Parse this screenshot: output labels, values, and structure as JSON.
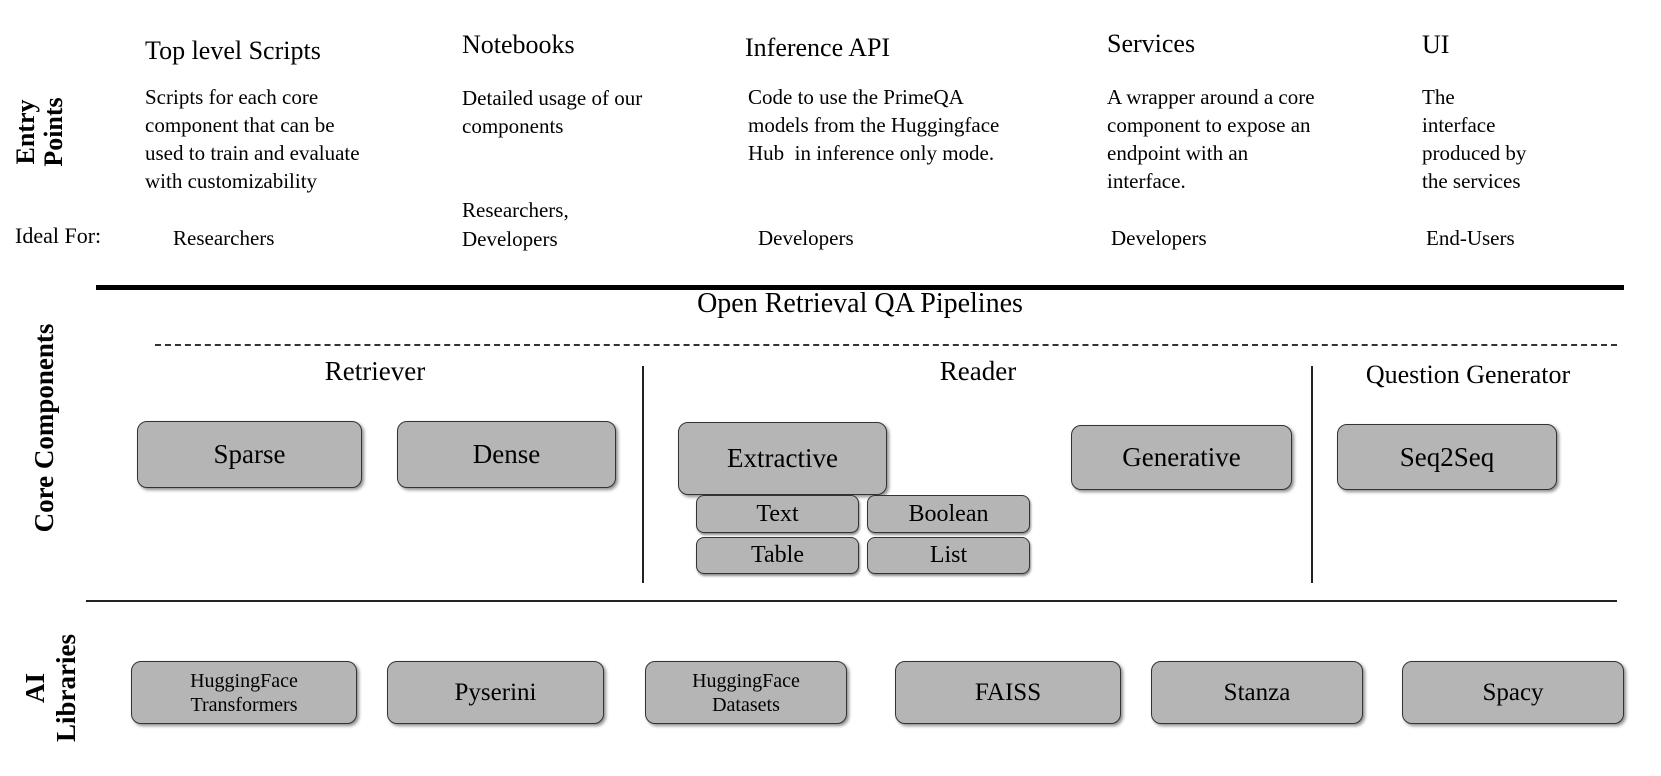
{
  "entry_points": {
    "label": "Entry\nPoints",
    "ideal_for_label": "Ideal For:",
    "columns": [
      {
        "title": "Top level Scripts",
        "description": "Scripts for each core\ncomponent that can be\nused to train and evaluate\nwith customizability",
        "ideal_for": "Researchers"
      },
      {
        "title": "Notebooks",
        "description": "Detailed usage of our\ncomponents",
        "ideal_for": "Researchers,\nDevelopers"
      },
      {
        "title": "Inference API",
        "description": "Code to use the PrimeQA\nmodels from the Huggingface\nHub  in inference only mode.",
        "ideal_for": "Developers"
      },
      {
        "title": "Services",
        "description": "A wrapper around a core\ncomponent to expose an\nendpoint with an\ninterface.",
        "ideal_for": "Developers"
      },
      {
        "title": "UI",
        "description": "The\ninterface\nproduced by\nthe services",
        "ideal_for": "End-Users"
      }
    ]
  },
  "core_components": {
    "label": "Core Components",
    "pipeline_title": "Open Retrieval QA Pipelines",
    "retriever": {
      "title": "Retriever",
      "boxes": [
        "Sparse",
        "Dense"
      ]
    },
    "reader": {
      "title": "Reader",
      "boxes": [
        "Extractive",
        "Generative"
      ],
      "answer_types": [
        "Text",
        "Boolean",
        "Table",
        "List"
      ]
    },
    "question_generator": {
      "title": "Question Generator",
      "boxes": [
        "Seq2Seq"
      ]
    }
  },
  "ai_libraries": {
    "label": "AI\nLibraries",
    "boxes": [
      "HuggingFace\nTransformers",
      "Pyserini",
      "HuggingFace\nDatasets",
      "FAISS",
      "Stanza",
      "Spacy"
    ]
  },
  "colors": {
    "box_fill": "#b5b5b5",
    "box_border": "#333333"
  }
}
